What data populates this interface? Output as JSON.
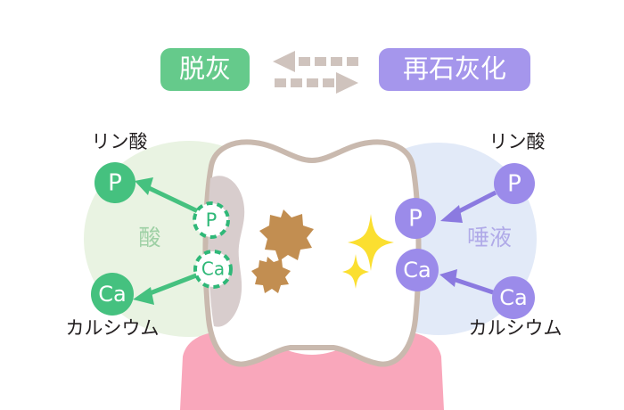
{
  "figure": {
    "title_alt": "脱灰と再石灰化の図",
    "background_color": "#ffffff"
  },
  "header": {
    "left_badge": {
      "label": "脱灰",
      "bg_color": "#65ca8b",
      "text_color": "#ffffff"
    },
    "right_badge": {
      "label": "再石灰化",
      "bg_color": "#a596ec",
      "text_color": "#ffffff"
    },
    "arrows": {
      "color": "#cfc3bd",
      "top": {
        "name": "dashed-arrow-left",
        "direction": "left"
      },
      "bottom": {
        "name": "dashed-arrow-right",
        "direction": "right"
      }
    }
  },
  "left_side": {
    "zone_label": "酸",
    "zone_label_color": "#9ed0a5",
    "zone_fill": "#e9f3e2",
    "accent_color": "#45c17f",
    "top_label": "リン酸",
    "bottom_label": "カルシウム",
    "outside_tokens": [
      {
        "text": "P",
        "name": "phosphorus-token-outside-left"
      },
      {
        "text": "Ca",
        "name": "calcium-token-outside-left"
      }
    ],
    "inside_tokens": [
      {
        "text": "P",
        "name": "phosphorus-token-inside-left"
      },
      {
        "text": "Ca",
        "name": "calcium-token-inside-left"
      }
    ]
  },
  "right_side": {
    "zone_label": "唾液",
    "zone_label_color": "#b0aae8",
    "zone_fill": "#e2eaf8",
    "accent_color": "#9b8bea",
    "top_label": "リン酸",
    "bottom_label": "カルシウム",
    "outside_tokens": [
      {
        "text": "P",
        "name": "phosphorus-token-outside-right"
      },
      {
        "text": "Ca",
        "name": "calcium-token-outside-right"
      }
    ],
    "inside_tokens": [
      {
        "text": "P",
        "name": "phosphorus-token-inside-right"
      },
      {
        "text": "Ca",
        "name": "calcium-token-inside-right"
      }
    ]
  },
  "tooth": {
    "enamel_fill": "#ffffff",
    "outline_color": "#c9b9ae",
    "demineralized_patch_color": "#d8cdcd",
    "gum_color": "#f9a7bb",
    "decay_spot_color": "#c28e51",
    "sparkle_color": "#fbdf30",
    "decay_spots": 2,
    "sparkles": 2
  },
  "text_color": "#231f20"
}
